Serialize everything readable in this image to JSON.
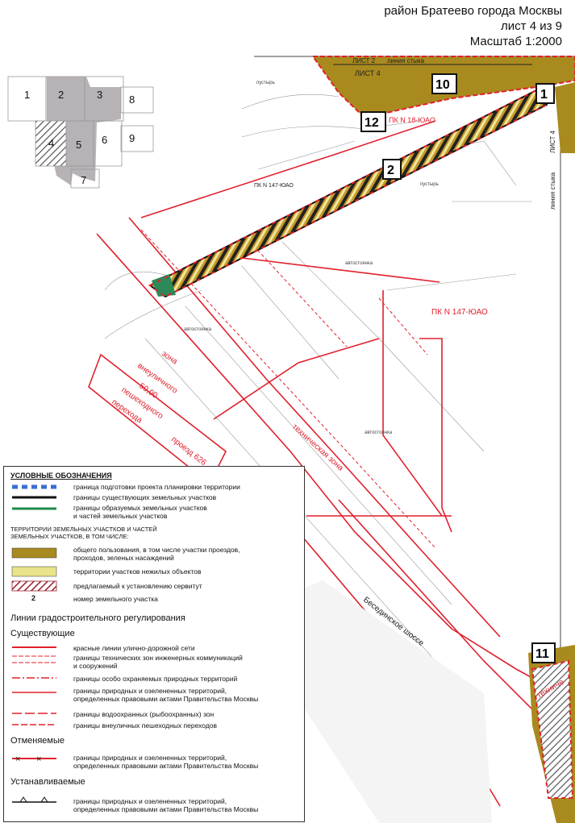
{
  "header": {
    "line1": "район Братеево города Москвы",
    "line2": "лист 4 из 9",
    "line3": "Масштаб 1:2000"
  },
  "index_map": {
    "cells": [
      "1",
      "2",
      "3",
      "4",
      "5",
      "6",
      "7",
      "8",
      "9"
    ]
  },
  "map": {
    "sheet2_label": "ЛИСТ 2",
    "sheet4_label_top": "ЛИСТ 4",
    "stitch_line": "линия стыка",
    "stitch_line_right": "линия стыка",
    "sheet4_label_right": "ЛИСТ 4",
    "parcel_numbers": [
      "1",
      "2",
      "10",
      "11",
      "12"
    ],
    "pk_label_1": "ПК N 147-ЮАО",
    "pk_label_2": "ПК N 147-ЮАО",
    "pk_label_3": "ПК N 18-ЮАО",
    "zone_label_1": "зона",
    "zone_label_2": "внеуличного",
    "zone_label_3": "50,00",
    "zone_label_4": "пешеходного",
    "zone_label_5": "перехода",
    "tech_zone": "техническая зона",
    "tech_zone_2": "техниче",
    "road_1": "Бесединское шоссе",
    "road_2": "проезд 626",
    "pustyr_1": "пустырь",
    "pustyr_2": "пустырь",
    "parking_1": "автостоянка",
    "parking_2": "автостоянка",
    "parking_3": "автостоянка"
  },
  "legend": {
    "title": "УСЛОВНЫЕ ОБОЗНАЧЕНИЯ",
    "items": [
      "граница подготовки проекта планировки территории",
      "границы существующих земельных участков",
      "границы образуемых земельных участков",
      "и частей земельных участков"
    ],
    "territories_header_1": "ТЕРРИТОРИИ ЗЕМЕЛЬНЫХ УЧАСТКОВ И ЧАСТЕЙ",
    "territories_header_2": "ЗЕМЕЛЬНЫХ УЧАСТКОВ, В ТОМ ЧИСЛЕ:",
    "territory_items": [
      "общего пользования, в том числе участки проездов,",
      "проходов, зеленых насаждений",
      "территории участков нежилых объектов",
      "предлагаемый к установлению сервитут",
      "номер земельного участка"
    ],
    "parcel_number_sample": "2",
    "regulation_title": "Линии градостроительного регулирования",
    "existing_title": "Существующие",
    "existing_items": [
      "красные линии улично-дорожной сети",
      "границы технических зон инженерных коммуникаций",
      "и сооружений",
      "границы особо охраняемых природных территорий",
      "границы природных и озелененных территорий,",
      "определенных правовыми актами Правительства Москвы",
      "границы водоохранных (рыбоохранных) зон",
      "границы внеуличных пешеходных переходов"
    ],
    "cancelled_title": "Отменяемые",
    "cancelled_items": [
      "границы природных и озелененных территорий,",
      "определенных правовыми актами Правительства Москвы"
    ],
    "established_title": "Устанавливаемые",
    "established_items": [
      "границы природных и озелененных территорий,",
      "определенных правовыми актами Правительства Москвы"
    ]
  },
  "colors": {
    "red_line": "#e0202c",
    "parcel_brown": "#a98a1e",
    "parcel_yellow": "#e8e48a",
    "blue_boundary": "#3a6fd1",
    "index_gray": "#b7b2b6"
  }
}
